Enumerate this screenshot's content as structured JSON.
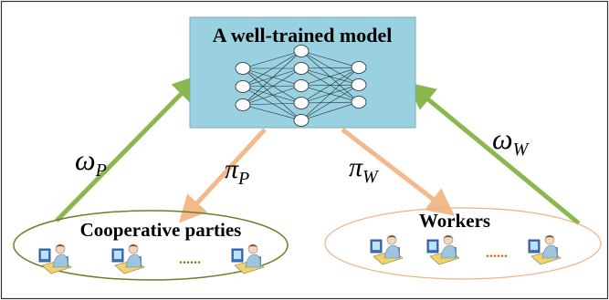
{
  "model": {
    "title": "A well-trained model"
  },
  "groups": {
    "parties": {
      "label": "Cooperative parties",
      "ellipsis": "......"
    },
    "workers": {
      "label": "Workers",
      "ellipsis": "......"
    }
  },
  "arrows": {
    "omega_p": {
      "symbol": "ω",
      "sub": "P"
    },
    "pi_p": {
      "symbol": "π",
      "sub": "P"
    },
    "pi_w": {
      "symbol": "π",
      "sub": "W"
    },
    "omega_w": {
      "symbol": "ω",
      "sub": "W"
    }
  },
  "colors": {
    "model_box": "#9ad1e0",
    "green_arrow": "#8ab84e",
    "orange_arrow": "#f4b98a",
    "parties_ellipse": "#6b7e2b",
    "workers_ellipse": "#f0b184",
    "parties_dots": "#6b8e23",
    "workers_dots": "#e0661e"
  },
  "icons": {
    "person": "person-at-computer-icon"
  }
}
